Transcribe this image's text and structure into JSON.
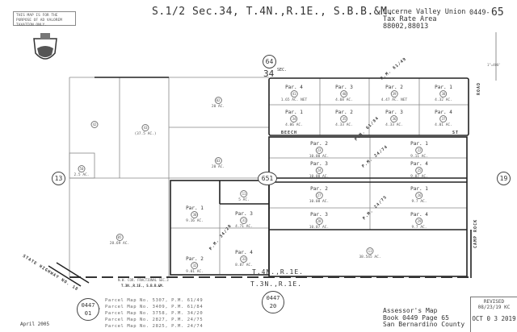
{
  "disclaimer": "THIS MAP IS FOR THE PURPOSE OF AD VALOREM TAXATION ONLY.",
  "title": "S.1/2 Sec.34, T.4N.,R.1E., S.B.B.&M.",
  "district": {
    "line1": "Lucerne Valley Union",
    "line2": "Tax Rate Area",
    "line3": "88002,88013",
    "book_prefix": "0449-",
    "page": "65"
  },
  "scale": "1\"=400'",
  "adjacent": {
    "north": "64",
    "west": "13",
    "east": "19",
    "center": "651",
    "sw_book": "0447",
    "sw_page": "01",
    "s_book": "0447",
    "s_page": "20"
  },
  "sec": "SEC.",
  "section_num": "34",
  "streets": {
    "beech": "BEECH",
    "st": "ST",
    "camp_rock": "CAMP ROCK",
    "state_hwy": "STATE HIGHWAY NO. 18",
    "road_top": "ROAD"
  },
  "township": {
    "upper": "T.4N.,R.1E.",
    "lower": "T.3N.,R.1E.",
    "cor": "N.W. COR. FRACTIONAL SEC.3",
    "cor2": "T.3N.,R.1E., S.B.B.&M."
  },
  "pm_labels": [
    "P.M. 61/49",
    "P.M. 61/84",
    "P.M. 24/74",
    "P.M. 24/75",
    "P.M. 34/20"
  ],
  "parcels": [
    {
      "par": "",
      "num": "42",
      "ac": ""
    },
    {
      "par": "",
      "num": "43",
      "ac": "(37.5 AC.)"
    },
    {
      "par": "",
      "num": "50",
      "ac": "2.5 AC."
    },
    {
      "par": "",
      "num": "02",
      "ac": "20 AC."
    },
    {
      "par": "",
      "num": "03",
      "ac": "20 AC."
    },
    {
      "par": "",
      "num": "05",
      "ac": "28.69 AC."
    },
    {
      "par": "",
      "num": "11",
      "ac": "5 AC."
    },
    {
      "par": "Par. 1",
      "num": "30",
      "ac": "9.16 AC."
    },
    {
      "par": "Par. 2",
      "num": "32",
      "ac": "9.01 AC."
    },
    {
      "par": "Par. 3",
      "num": "31",
      "ac": "4.71 AC."
    },
    {
      "par": "Par. 4",
      "num": "33",
      "ac": "8.87 AC."
    },
    {
      "par": "Par. 4",
      "num": "41",
      "ac": "1.65 AC. NET"
    },
    {
      "par": "Par. 3",
      "num": "40",
      "ac": "4.68 AC."
    },
    {
      "par": "Par. 2",
      "num": "39",
      "ac": "4.47 AC. NET"
    },
    {
      "par": "Par. 1",
      "num": "38",
      "ac": "4.32 AC."
    },
    {
      "par": "Par. 1",
      "num": "34",
      "ac": "4.06 AC."
    },
    {
      "par": "Par. 2",
      "num": "35",
      "ac": "4.33 AC."
    },
    {
      "par": "Par. 3",
      "num": "36",
      "ac": "4.33 AC."
    },
    {
      "par": "Par. 4",
      "num": "37",
      "ac": "4.01 AC."
    },
    {
      "par": "Par. 2",
      "num": "23",
      "ac": "10.00 AC."
    },
    {
      "par": "Par. 1",
      "num": "22",
      "ac": "9.11 AC."
    },
    {
      "par": "Par. 3",
      "num": "24",
      "ac": "10.00 AC."
    },
    {
      "par": "Par. 4",
      "num": "25",
      "ac": "9.07 AC."
    },
    {
      "par": "Par. 2",
      "num": "27",
      "ac": "10.08 AC."
    },
    {
      "par": "Par. 1",
      "num": "26",
      "ac": "9.7 AC."
    },
    {
      "par": "Par. 3",
      "num": "28",
      "ac": "10.07 AC."
    },
    {
      "par": "Par. 4",
      "num": "29",
      "ac": "9.7 AC."
    },
    {
      "par": "",
      "num": "11",
      "ac": "38.545 AC."
    }
  ],
  "parcel_maps": [
    "Parcel Map No. 5307, P.M. 61/49",
    "Parcel Map No. 3409, P.M. 61/84",
    "Parcel Map No. 3758, P.M. 34/20",
    "Parcel Map No. 2827, P.M. 24/75",
    "Parcel Map No. 2825, P.M. 24/74"
  ],
  "date": "April 2005",
  "assessor": {
    "line1": "Assessor's Map",
    "line2": "Book 0449 Page 65",
    "line3": "San Bernardino County"
  },
  "revised": {
    "label": "REVISED",
    "code": "08/23/19 KC",
    "date": "OCT 0 3 2019"
  }
}
